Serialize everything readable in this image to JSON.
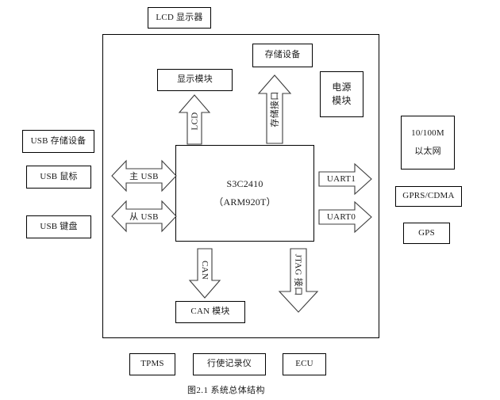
{
  "figure": {
    "caption": "图2.1  系统总体结构"
  },
  "system_frame": {
    "name": "system-boundary"
  },
  "cpu": {
    "line1": "S3C2410",
    "line2": "（ARM920T）"
  },
  "internal_modules": [
    {
      "key": "display-module",
      "label": "显示模块"
    },
    {
      "key": "storage-device",
      "label": "存储设备"
    },
    {
      "key": "power-module",
      "line1": "电源",
      "line2": "模块"
    },
    {
      "key": "can-module",
      "label": "CAN 模块"
    }
  ],
  "external_top": [
    {
      "key": "lcd-display",
      "label": "LCD 显示器"
    }
  ],
  "external_left": [
    {
      "key": "usb-storage-device",
      "label": "USB 存储设备"
    },
    {
      "key": "usb-mouse",
      "label": "USB 鼠标"
    },
    {
      "key": "usb-keyboard",
      "label": "USB 键盘"
    }
  ],
  "external_right": [
    {
      "key": "ethernet",
      "line1": "10/100M",
      "line2": "以太网"
    },
    {
      "key": "gprs-cdma",
      "label": "GPRS/CDMA"
    },
    {
      "key": "gps",
      "label": "GPS"
    }
  ],
  "external_bottom": [
    {
      "key": "tpms",
      "label": "TPMS"
    },
    {
      "key": "driving-recorder",
      "label": "行使记录仪"
    },
    {
      "key": "ecu",
      "label": "ECU"
    }
  ],
  "arrows": [
    {
      "key": "lcd-interface",
      "label": "LCD",
      "direction": "up",
      "orientation": "vertical"
    },
    {
      "key": "storage-interface",
      "label": "存储接口",
      "direction": "up",
      "orientation": "vertical"
    },
    {
      "key": "usb-host",
      "label": "主 USB",
      "direction": "bidirectional",
      "orientation": "horizontal"
    },
    {
      "key": "usb-device",
      "label": "从 USB",
      "direction": "bidirectional",
      "orientation": "horizontal"
    },
    {
      "key": "uart1",
      "label": "UART1",
      "direction": "right",
      "orientation": "horizontal"
    },
    {
      "key": "uart0",
      "label": "UART0",
      "direction": "right",
      "orientation": "horizontal"
    },
    {
      "key": "can-bus",
      "label": "CAN",
      "direction": "down",
      "orientation": "vertical"
    },
    {
      "key": "jtag-interface",
      "label": "JTAG 接口",
      "direction": "down",
      "orientation": "vertical"
    }
  ],
  "colors": {
    "background": "#ffffff",
    "line": "#000000",
    "arrow_stroke": "#3c3c3c",
    "text": "#1a1a1a"
  }
}
